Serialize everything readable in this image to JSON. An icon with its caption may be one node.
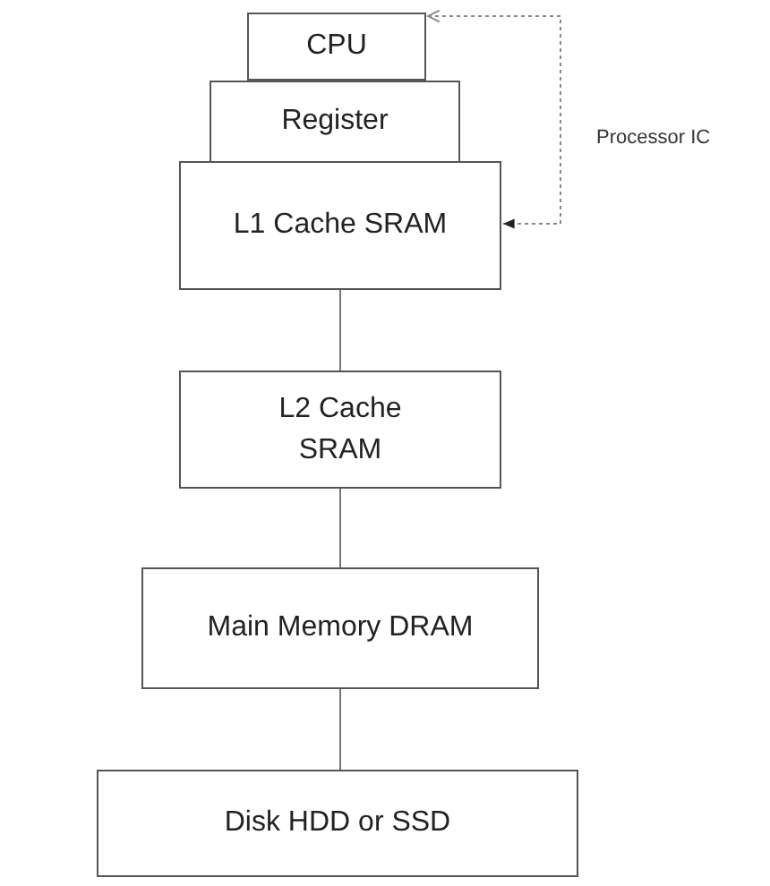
{
  "diagram": {
    "nodes": [
      {
        "text": [
          "CPU"
        ]
      },
      {
        "text": [
          "Register"
        ]
      },
      {
        "text": [
          "L1 Cache SRAM"
        ]
      },
      {
        "text": [
          "L2 Cache SRAM"
        ]
      },
      {
        "text": [
          "Main Memory DRAM"
        ]
      },
      {
        "text": [
          "Disk HDD or SSD"
        ]
      }
    ],
    "edges": [
      {
        "from": 2,
        "to": 3,
        "arrow": "none"
      },
      {
        "from": 3,
        "to": 4,
        "arrow": "none"
      },
      {
        "from": 4,
        "to": 5,
        "arrow": "none"
      },
      {
        "from": 0,
        "to": 2,
        "arrow": "both",
        "style": "dashed",
        "color": "#888888",
        "label": "Processor IC"
      }
    ]
  }
}
